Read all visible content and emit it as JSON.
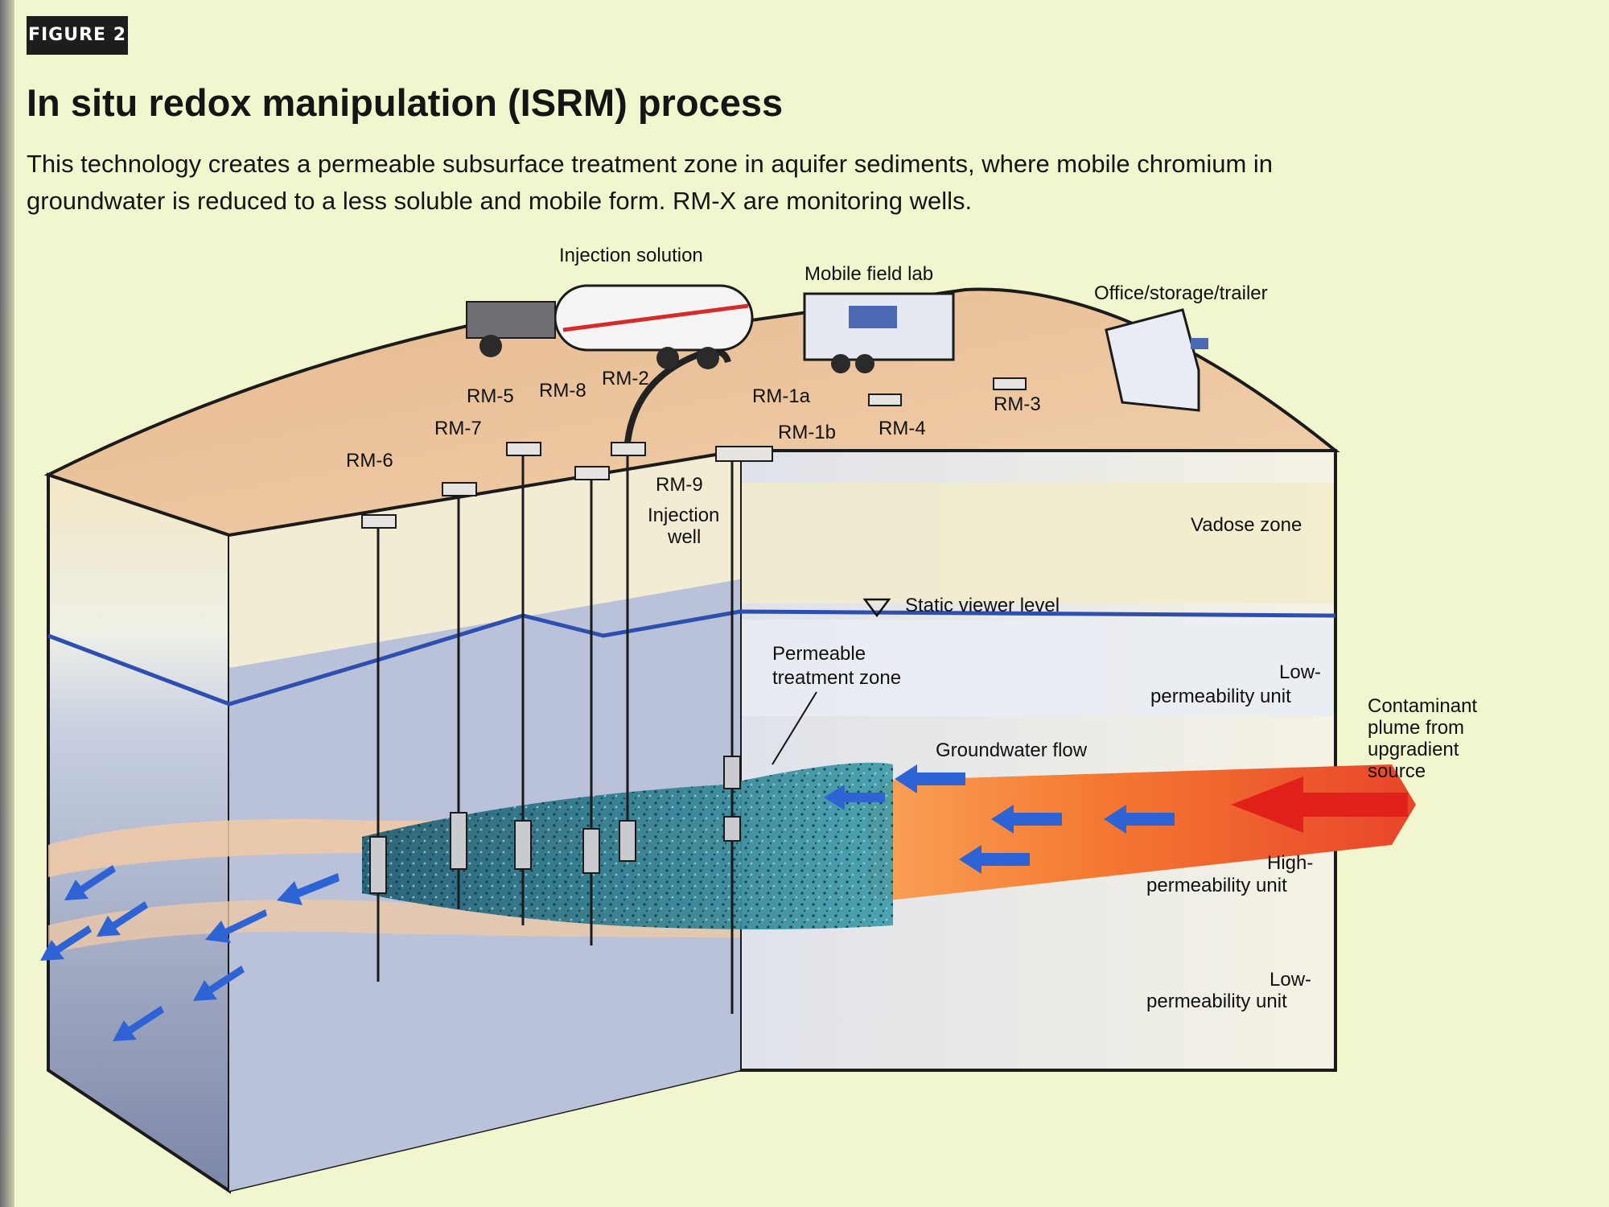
{
  "figure": {
    "label": "FIGURE 2",
    "title": "In situ redox manipulation (ISRM) process",
    "caption_line1": "This technology creates a permeable subsurface treatment zone in aquifer sediments, where mobile chromium in",
    "caption_line2": "groundwater is reduced to a less soluble and mobile form. RM-X are monitoring wells."
  },
  "labels": {
    "injection_solution": "Injection solution",
    "mobile_field_lab": "Mobile field lab",
    "office": "Office/storage/trailer",
    "injection_well_1": "Injection",
    "injection_well_2": "well",
    "vadose_zone": "Vadose zone",
    "static_level": "Static viewer level",
    "permeable_zone_1": "Permeable",
    "permeable_zone_2": "treatment zone",
    "low_perm_top_1": "Low-",
    "low_perm_top_2": "permeability unit",
    "groundwater_flow": "Groundwater flow",
    "contaminant_1": "Contaminant",
    "contaminant_2": "plume from",
    "contaminant_3": "upgradient",
    "contaminant_4": "source",
    "high_perm_1": "High-",
    "high_perm_2": "permeability unit",
    "low_perm_bottom_1": "Low-",
    "low_perm_bottom_2": "permeability unit"
  },
  "wells": [
    "RM-6",
    "RM-7",
    "RM-5",
    "RM-8",
    "RM-2",
    "RM-9",
    "RM-1a",
    "RM-1b",
    "RM-4",
    "RM-3"
  ],
  "colors": {
    "ground_surface": "#e8c49a",
    "water_table": "#2f4fb0",
    "plume": "#f06a2a",
    "treatment_zone": "#2f7f8e",
    "flow_arrow": "#2e63d6",
    "source_arrow": "#e0201a"
  }
}
